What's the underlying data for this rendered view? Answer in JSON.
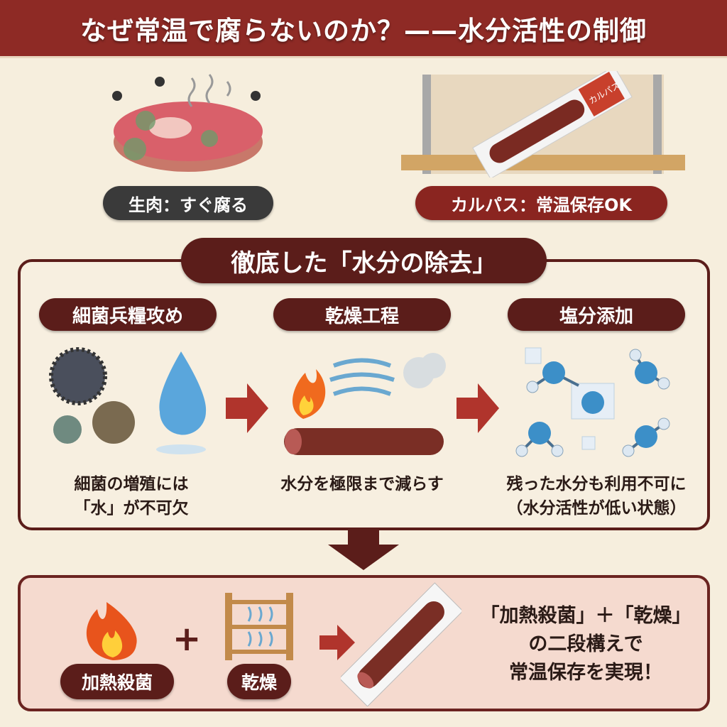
{
  "title": "なぜ常温で腐らないのか？——水分活性の制御",
  "top": {
    "left_label": "生肉：すぐ腐る",
    "right_label": "カルパス：常温保存OK",
    "package_text": "カルパス"
  },
  "middle": {
    "heading": "徹底した「水分の除去」",
    "steps": [
      {
        "label": "細菌兵糧攻め",
        "caption_1": "細菌の増殖には",
        "caption_2": "「水」が不可欠"
      },
      {
        "label": "乾燥工程",
        "caption_1": "水分を極限まで減らす",
        "caption_2": ""
      },
      {
        "label": "塩分添加",
        "caption_1": "残った水分も利用不可に",
        "caption_2": "（水分活性が低い状態）"
      }
    ]
  },
  "bottom": {
    "heat_label": "加熱殺菌",
    "plus": "+",
    "dry_label": "乾燥",
    "summary_1": "「加熱殺菌」＋「乾燥」",
    "summary_2": "の二段構えで",
    "summary_3": "常温保存を実現！"
  },
  "colors": {
    "header": "#8e2a25",
    "pill_dark": "#5b1d1a",
    "pill_gray": "#3a3a3a",
    "background": "#f6eedd",
    "bottom_panel": "#f5dacf"
  }
}
